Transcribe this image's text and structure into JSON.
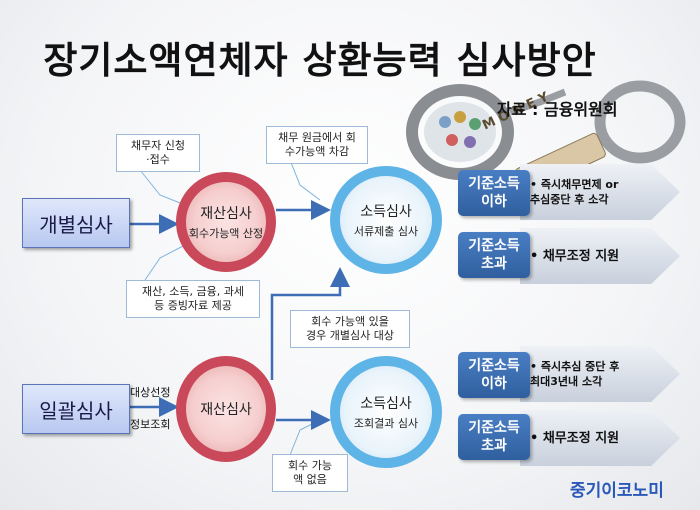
{
  "title": "장기소액연체자 상환능력 심사방안",
  "source": "자료 : 금융위원회",
  "logo": "중기이코노미",
  "cuffs_text": "M O N E Y",
  "left_boxes": {
    "individual": "개별심사",
    "batch": "일괄심사"
  },
  "notes": {
    "debtor_apply": [
      "채무자 신청",
      "·접수"
    ],
    "submit_docs": [
      "재산, 소득, 금융, 과세",
      "등 증빙자료 제공"
    ],
    "deduct": [
      "채무 원금에서 회",
      "수가능액 차감"
    ],
    "if_recoverable": [
      "회수 가능액 있을",
      "경우 개별심사 대상"
    ],
    "no_recoverable": [
      "회수 가능",
      "액 없음"
    ]
  },
  "labels": {
    "target_select": "대상선정",
    "info_check": "정보조회"
  },
  "circles": {
    "asset1": {
      "main": "재산심사",
      "sub": "회수가능액 산정"
    },
    "income1": {
      "main": "소득심사",
      "sub": "서류제출 심사"
    },
    "asset2": {
      "main": "재산심사"
    },
    "income2": {
      "main": "소득심사",
      "sub": "조회결과 심사"
    }
  },
  "outcomes": [
    {
      "cond": [
        "기준소득",
        "이하"
      ],
      "result": [
        "• 즉시채무면제 or",
        "추심중단 후 소각"
      ]
    },
    {
      "cond": [
        "기준소득",
        "초과"
      ],
      "result": [
        "• 채무조정 지원"
      ]
    },
    {
      "cond": [
        "기준소득",
        "이하"
      ],
      "result": [
        "• 즉시추심 중단 후",
        "최대3년내 소각"
      ]
    },
    {
      "cond": [
        "기준소득",
        "초과"
      ],
      "result": [
        "• 채무조정 지원"
      ]
    }
  ],
  "colors": {
    "arrow": "#3d6db5",
    "connector": "#7fb3e0",
    "red_ring": "#c9495b",
    "blue_ring": "#5eb4e6"
  }
}
